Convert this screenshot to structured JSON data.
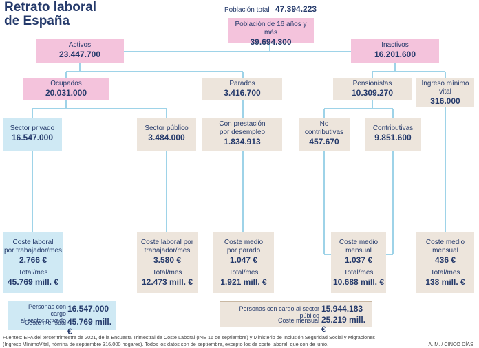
{
  "title": "Retrato laboral\nde España",
  "poblacion_total": {
    "label": "Población total",
    "value": "47.394.223"
  },
  "poblacion_16": {
    "label": "Población de 16 años y más",
    "value": "39.694.300"
  },
  "activos": {
    "label": "Activos",
    "value": "23.447.700"
  },
  "inactivos": {
    "label": "Inactivos",
    "value": "16.201.600"
  },
  "ocupados": {
    "label": "Ocupados",
    "value": "20.031.000"
  },
  "parados": {
    "label": "Parados",
    "value": "3.416.700"
  },
  "pensionistas": {
    "label": "Pensionistas",
    "value": "10.309.270"
  },
  "ingreso_minimo": {
    "label": "Ingreso mínimo\nvital",
    "value": "316.000"
  },
  "sector_privado": {
    "label": "Sector privado",
    "value": "16.547.000"
  },
  "sector_publico": {
    "label": "Sector público",
    "value": "3.484.000"
  },
  "con_prestacion": {
    "label": "Con prestación\npor desempleo",
    "value": "1.834.913"
  },
  "no_contributivas": {
    "label": "No\ncontributivas",
    "value": "457.670"
  },
  "contributivas": {
    "label": "Contributivas",
    "value": "9.851.600"
  },
  "coste_privado": {
    "label": "Coste laboral\npor trabajador/mes",
    "value": "2.766 €",
    "total_label": "Total/mes",
    "total": "45.769 mill. €"
  },
  "coste_publico": {
    "label": "Coste laboral por\ntrabajador/mes",
    "value": "3.580 €",
    "total_label": "Total/mes",
    "total": "12.473 mill. €"
  },
  "coste_parado": {
    "label": "Coste medio\npor parado",
    "value": "1.047 €",
    "total_label": "Total/mes",
    "total": "1.921 mill. €"
  },
  "coste_pension": {
    "label": "Coste medio\nmensual",
    "value": "1.037 €",
    "total_label": "Total/mes",
    "total": "10.688 mill. €"
  },
  "coste_imv": {
    "label": "Coste medio\nmensual",
    "value": "436 €",
    "total_label": "Total/mes",
    "total": "138 mill. €"
  },
  "resumen_privado": {
    "label1": "Personas con cargo\nal sector privado",
    "value1": "16.547.000",
    "label2": "Coste mensual",
    "value2": "45.769 mill. €"
  },
  "resumen_publico": {
    "label1": "Personas con cargo al sector público",
    "value1": "15.944.183",
    "label2": "Coste mensual",
    "value2": "25.219 mill. €"
  },
  "fuentes_line1": "Fuentes: EPA del tercer trimestre de 2021, de la Encuesta Trimestral de Coste Laboral (INE 16 de septiembre) y Ministerio de Inclusión Seguridad Social y Migraciones",
  "fuentes_line2": "(Ingreso MínimoVital, nómina de septiembre 316.000 hogares). Todos los datos son de septiembre, excepto los de coste laboral, que son de junio.",
  "credit": "A. M. / CINCO DÍAS",
  "colors": {
    "pink": "#f4c3dc",
    "beige": "#ede5dc",
    "blue": "#cfe9f4",
    "line": "#9ed3e8",
    "text": "#253a6b"
  }
}
